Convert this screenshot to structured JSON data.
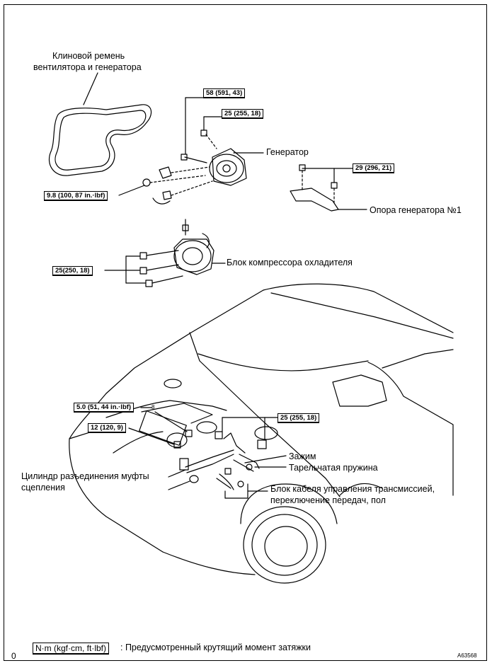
{
  "labels": {
    "belt_line1": "Клиновой ремень",
    "belt_line2": "вентилятора и генератора",
    "generator": "Генератор",
    "bracket": "Опора генератора №1",
    "compressor": "Блок компрессора охладителя",
    "clamp": "Зажим",
    "spring": "Тарельчатая пружина",
    "cable_line1": "Блок кабеля управления трансмиссией,",
    "cable_line2": "переключение передач, пол",
    "cylinder_line1": "Цилиндр разъединения муфты",
    "cylinder_line2": "сцепления"
  },
  "torque": {
    "t58": "58 (591, 43)",
    "t25a": "25 (255, 18)",
    "t29": "29 (296, 21)",
    "t98": "9.8 (100, 87 in.·lbf)",
    "t25b": "25(250, 18)",
    "t50": "5.0 (51, 44 in.·lbf)",
    "t12": "12 (120, 9)",
    "t25c": "25 (255, 18)"
  },
  "legend": {
    "unit": "N·m (kgf·cm, ft·lbf)",
    "text": ": Предусмотренный крутящий момент затяжки"
  },
  "corner": {
    "left": "0",
    "code": "A63568"
  }
}
